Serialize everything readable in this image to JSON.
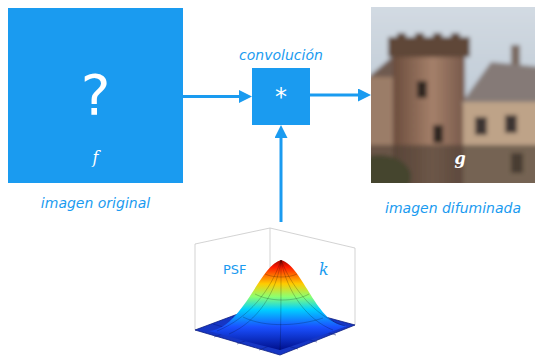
{
  "diagram": {
    "nodes": [
      {
        "text": [
          "?",
          "f",
          "imagen original"
        ]
      },
      {
        "text": [
          "convolución",
          "*"
        ]
      },
      {
        "text": [
          "g",
          "imagen difuminada"
        ]
      },
      {
        "text": [
          "PSF",
          "k"
        ]
      }
    ],
    "edges": [
      {
        "from": 0,
        "to": 1,
        "arrow": "to"
      },
      {
        "from": 1,
        "to": 2,
        "arrow": "to"
      },
      {
        "from": 3,
        "to": 1,
        "arrow": "to"
      }
    ]
  }
}
